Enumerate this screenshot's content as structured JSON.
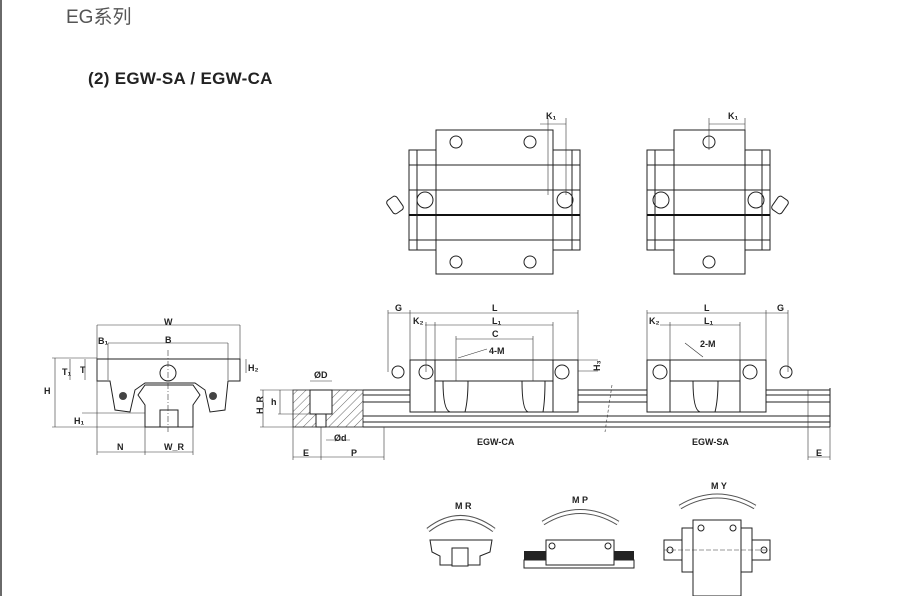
{
  "header": {
    "series_title": "EG系列",
    "section_title": "(2) EGW-SA / EGW-CA"
  },
  "top_views": {
    "k1_left": "K₁",
    "k1_right": "K₁"
  },
  "front_view": {
    "W": "W",
    "B": "B",
    "B1": "B₁",
    "T": "T",
    "T1": "T₁",
    "H": "H",
    "H1": "H₁",
    "H2": "H₂",
    "N": "N",
    "WR": "W_R"
  },
  "rail_section": {
    "D": "ØD",
    "d": "Ød",
    "h": "h",
    "HR": "H_R",
    "E": "E",
    "P": "P"
  },
  "side_view": {
    "G_left": "G",
    "L_left": "L",
    "K2_left": "K₂",
    "L1_left": "L₁",
    "C": "C",
    "M_left": "4-M",
    "H3": "H₃",
    "L_right": "L",
    "G_right": "G",
    "K2_right": "K₂",
    "L1_right": "L₁",
    "M_right": "2-M",
    "model_ca": "EGW-CA",
    "model_sa": "EGW-SA",
    "E_right": "E"
  },
  "moments": {
    "mr": "M R",
    "mp": "M P",
    "my": "M Y"
  }
}
